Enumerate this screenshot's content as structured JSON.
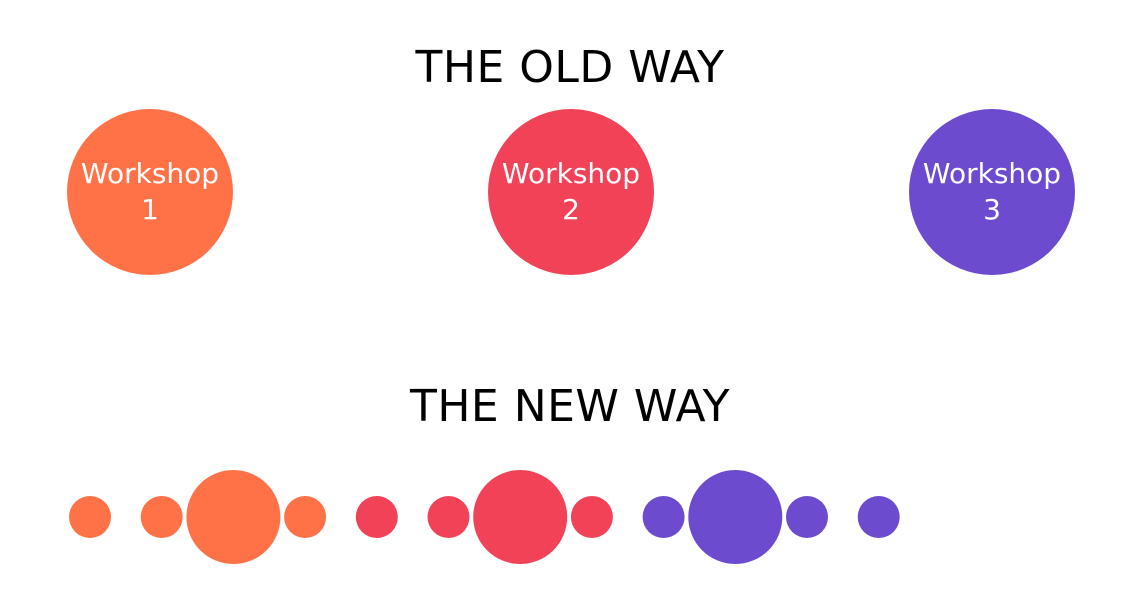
{
  "old_way": {
    "heading": "THE OLD WAY",
    "workshops": [
      {
        "line1": "Workshop",
        "line2": "1",
        "color": "#FF7247"
      },
      {
        "line1": "Workshop",
        "line2": "2",
        "color": "#F24257"
      },
      {
        "line1": "Workshop",
        "line2": "3",
        "color": "#6C4BCF"
      }
    ]
  },
  "new_way": {
    "heading": "THE NEW WAY",
    "dots": [
      {
        "size": "small",
        "color": "#FF7247"
      },
      {
        "size": "small",
        "color": "#FF7247"
      },
      {
        "size": "large",
        "color": "#FF7247"
      },
      {
        "size": "small",
        "color": "#FF7247"
      },
      {
        "size": "small",
        "color": "#F24257"
      },
      {
        "size": "small",
        "color": "#F24257"
      },
      {
        "size": "large",
        "color": "#F24257"
      },
      {
        "size": "small",
        "color": "#F24257"
      },
      {
        "size": "small",
        "color": "#6C4BCF"
      },
      {
        "size": "large",
        "color": "#6C4BCF"
      },
      {
        "size": "small",
        "color": "#6C4BCF"
      },
      {
        "size": "small",
        "color": "#6C4BCF"
      }
    ]
  }
}
